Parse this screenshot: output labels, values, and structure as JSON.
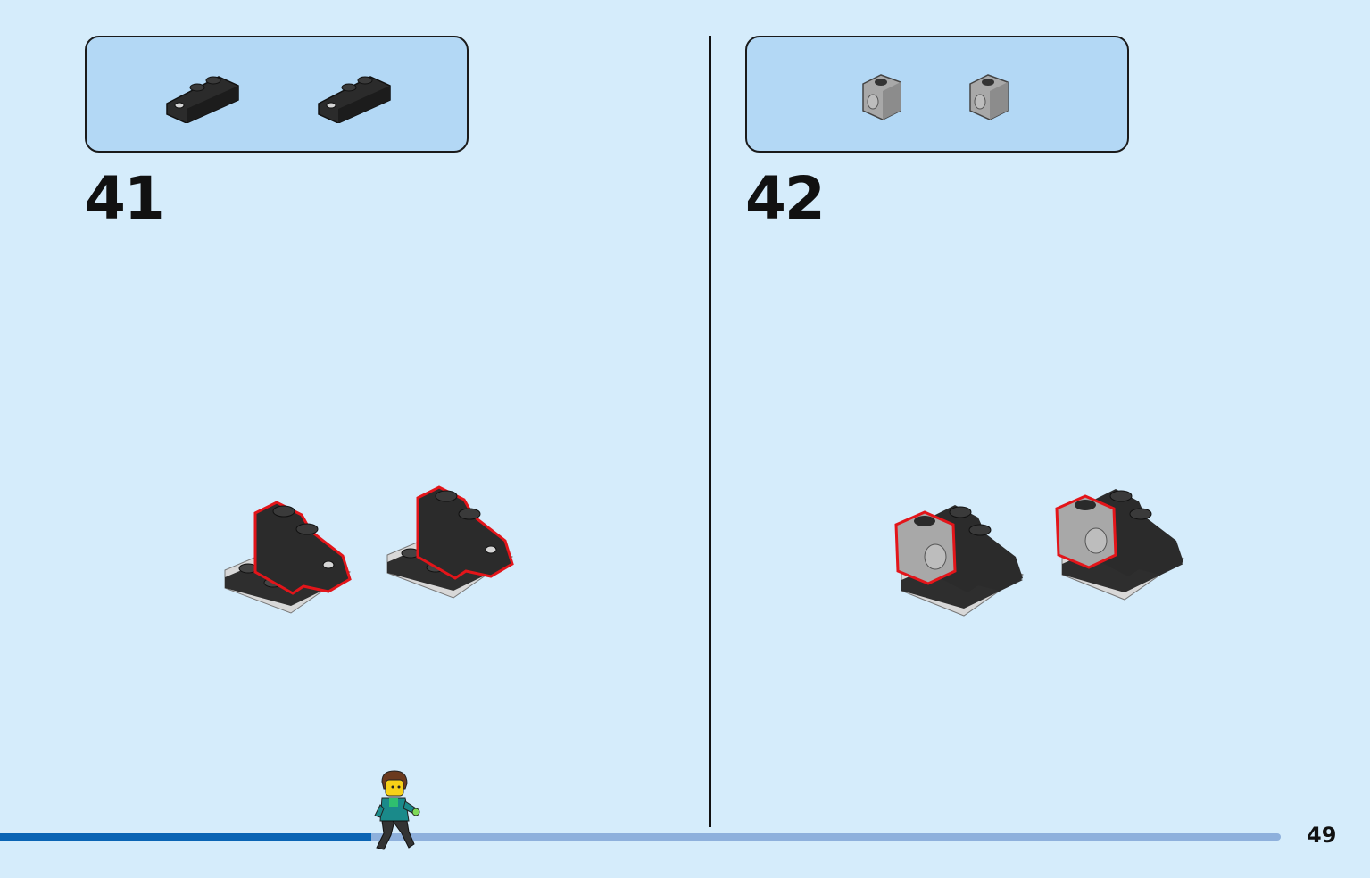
{
  "steps": [
    {
      "number": "41"
    },
    {
      "number": "42"
    }
  ],
  "page": {
    "number": "49"
  },
  "progress": {
    "fraction": 0.29
  },
  "colors": {
    "background": "#d5ecfb",
    "parts_box": "#b3d8f5",
    "brick_dark": "#2b2b2b",
    "brick_light_gray": "#a8a8a8",
    "highlight": "#e3151a",
    "progress_fill": "#0a64b4",
    "progress_track": "#8eb0dc"
  },
  "icons": {
    "step41_part": "black-1x2-plate-with-clip-icon",
    "step42_part": "light-gray-1x1-technic-brick-icon",
    "minifigure": "walking-minifigure-icon"
  }
}
